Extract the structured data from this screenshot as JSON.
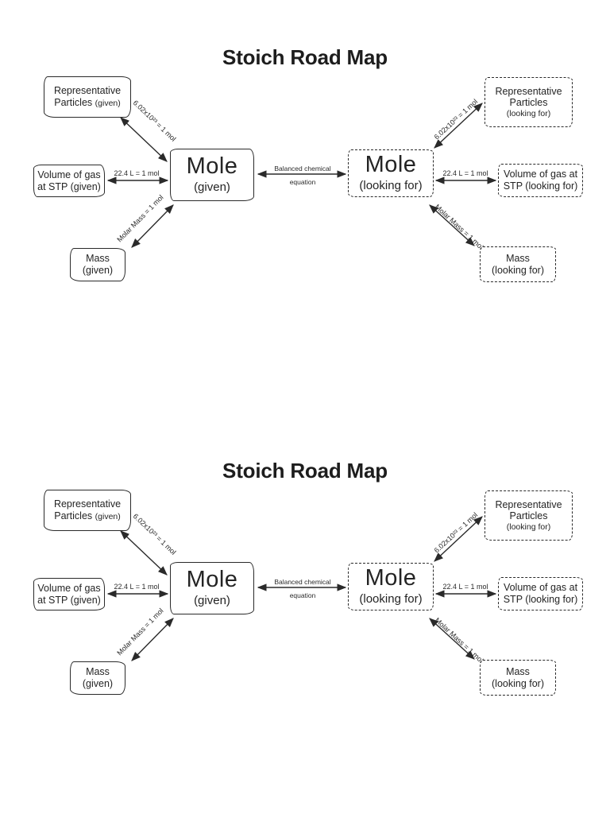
{
  "page": {
    "colors": {
      "ink": "#2a2a2a",
      "paper": "#ffffff"
    }
  },
  "diagram": {
    "title": "Stoich Road Map",
    "boxes": {
      "rep_given": {
        "line1": "Representative",
        "line2": "Particles",
        "qualifier": "(given)"
      },
      "vol_given": {
        "line1": "Volume of gas",
        "line2": "at STP (given)"
      },
      "mass_given": {
        "line1": "Mass",
        "line2": "(given)"
      },
      "mole_given": {
        "name": "Mole",
        "qualifier": "(given)"
      },
      "mole_looking": {
        "name": "Mole",
        "qualifier": "(looking for)"
      },
      "rep_looking": {
        "line1": "Representative",
        "line2": "Particles",
        "qualifier": "(looking for)"
      },
      "vol_looking": {
        "line1": "Volume of gas at",
        "line2": "STP (looking for)"
      },
      "mass_looking": {
        "line1": "Mass",
        "line2": "(looking for)"
      }
    },
    "arrows": {
      "avogadro": "6.02x10²³ = 1 mol",
      "molar_volume": "22.4 L = 1 mol",
      "molar_mass": "Molar Mass = 1 mol",
      "balanced_line1": "Balanced chemical",
      "balanced_line2": "equation"
    }
  }
}
